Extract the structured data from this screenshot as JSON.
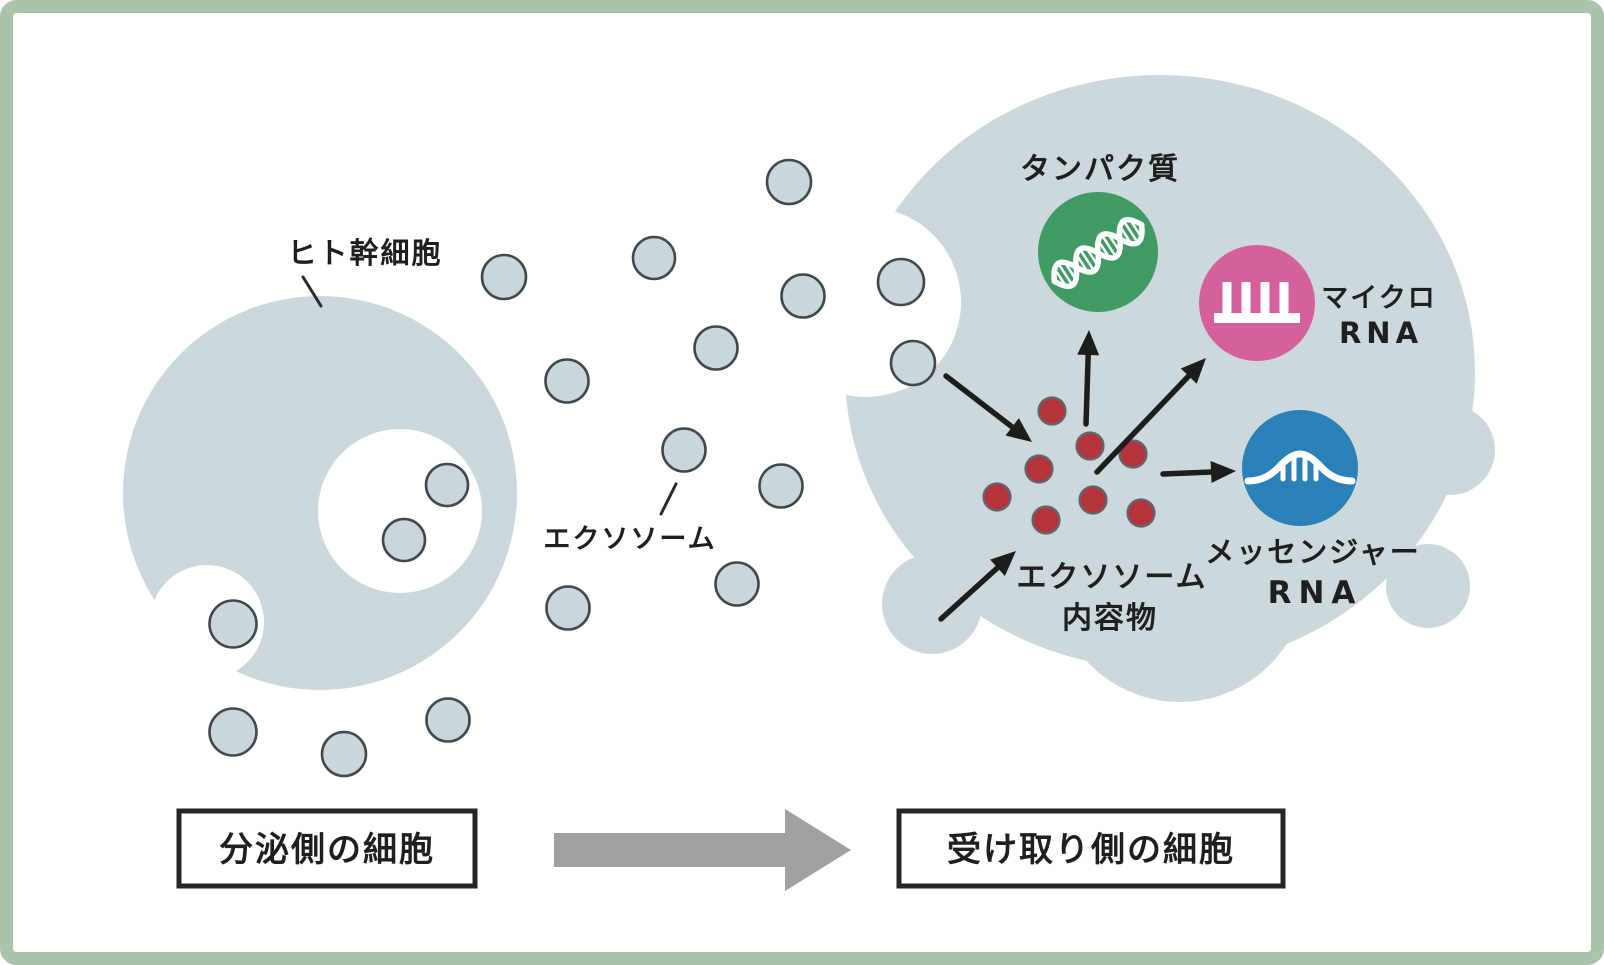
{
  "colors": {
    "frame_green": "#a9c4ab",
    "cell_fill": "#cdd8dd",
    "exosome_fill": "#c9d6db",
    "exosome_stroke": "#43484c",
    "cargo_red": "#b5333b",
    "protein_green": "#3f9a63",
    "micro_rna_pink": "#d5619c",
    "messenger_rna_blue": "#2a81b8",
    "arrow_black": "#1d1d1b",
    "transfer_arrow_gray": "#a1a1a1",
    "text_dark": "#1f1f1f"
  },
  "labels": {
    "stem_cell": "ヒト幹細胞",
    "exosome": "エクソソーム",
    "protein": "タンパク質",
    "micro_rna_line1": "マイクロ",
    "micro_rna_line2": "RNA",
    "messenger_rna_line1": "メッセンジャー",
    "messenger_rna_line2": "RNA",
    "exosome_contents_line1": "エクソソーム",
    "exosome_contents_line2": "内容物",
    "secreting_cell": "分泌側の細胞",
    "receiving_cell": "受け取り側の細胞"
  },
  "icons": {
    "protein_icon": "dna-double-helix",
    "micro_rna_icon": "comb-strand",
    "messenger_rna_icon": "wave-strand"
  }
}
